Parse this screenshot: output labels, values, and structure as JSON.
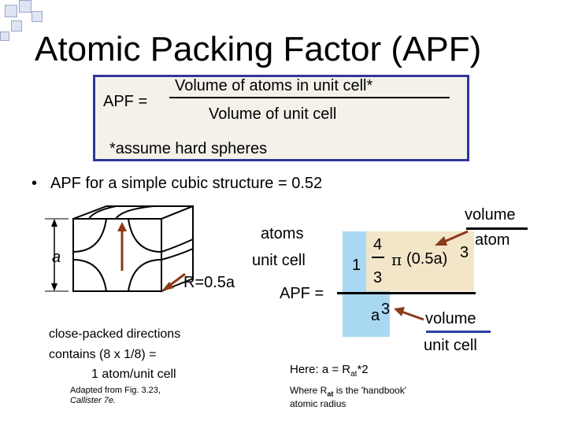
{
  "title": "Atomic Packing Factor (APF)",
  "definition": {
    "lhs": "APF =",
    "numerator": "Volume of atoms in unit cell*",
    "denominator": "Volume of unit cell",
    "note": "*assume hard spheres"
  },
  "bullet": "APF for a simple cubic structure = 0.52",
  "cube": {
    "edge_label": "a",
    "radius_label": "R=0.5a",
    "directions_line1": "close-packed directions",
    "directions_line2": "contains (8 x 1/8) =",
    "directions_line3": "1 atom/unit cell",
    "credit_line1": "Adapted from Fig. 3.23,",
    "credit_line2": "Callister 7e."
  },
  "apf_calc": {
    "atoms_label": "atoms",
    "unitcell_label": "unit cell",
    "apf_label": "APF =",
    "one": "1",
    "four": "4",
    "three": "3",
    "pi": "π",
    "radius_expr": "(0.5a)",
    "cube_exp": "3",
    "a_cubed_base": "a",
    "a_cubed_exp": "3",
    "volume_label_top": "volume",
    "atom_label": "atom",
    "volume_label_bottom": "volume",
    "unitcell_label_bottom": "unit cell"
  },
  "note_here": {
    "line": "Here: a = R",
    "sub": "at",
    "tail": "*2",
    "where_prefix": "Where R",
    "where_sub": "at",
    "where_tail": " is the 'handbook'",
    "where_line2": "atomic radius"
  },
  "colors": {
    "box_border": "#30369a",
    "box_fill": "#f3f1e9",
    "blue_highlight": "#a9d8f2",
    "tan_highlight": "#f3e5c8",
    "arrow_brown": "#8b3a1a",
    "underline_blue": "#2a3fa0"
  }
}
